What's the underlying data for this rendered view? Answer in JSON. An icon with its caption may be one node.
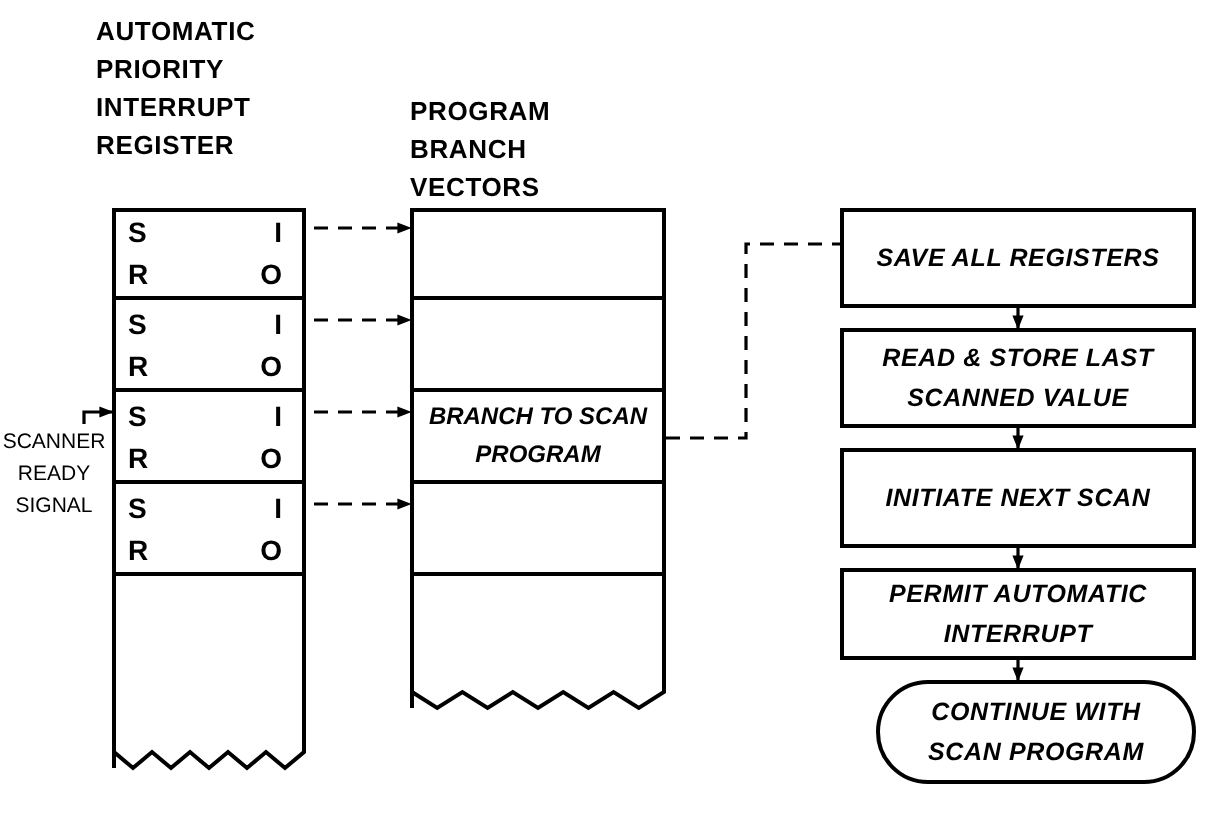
{
  "diagram": {
    "nodes": [
      {
        "text": [
          "AUTOMATIC PRIORITY INTERRUPT REGISTER"
        ]
      },
      {
        "text": [
          "S",
          "I",
          "R",
          "O"
        ],
        "in": 0
      },
      {
        "text": [
          "S",
          "I",
          "R",
          "O"
        ],
        "in": 0
      },
      {
        "text": [
          "S",
          "I",
          "R",
          "O"
        ],
        "in": 0
      },
      {
        "text": [
          "S",
          "I",
          "R",
          "O"
        ],
        "in": 0
      },
      {
        "text": [
          "PROGRAM BRANCH VECTORS"
        ]
      },
      {
        "text": [],
        "shape": "box",
        "in": 5
      },
      {
        "text": [],
        "shape": "box",
        "in": 5
      },
      {
        "text": [
          "BRANCH TO SCAN PROGRAM"
        ],
        "in": 5
      },
      {
        "text": [],
        "shape": "box",
        "in": 5
      },
      {
        "text": [
          "SCANNER READY SIGNAL"
        ]
      },
      {
        "text": [
          "SAVE ALL REGISTERS"
        ]
      },
      {
        "text": [
          "READ & STORE LAST SCANNED VALUE"
        ]
      },
      {
        "text": [
          "INITIATE NEXT SCAN"
        ]
      },
      {
        "text": [
          "PERMIT AUTOMATIC INTERRUPT"
        ]
      },
      {
        "text": [
          "CONTINUE WITH SCAN PROGRAM"
        ]
      }
    ],
    "edges": [
      {
        "from": 1,
        "to": 6,
        "arrow": "to",
        "style": "dashed"
      },
      {
        "from": 2,
        "to": 7,
        "arrow": "to",
        "style": "dashed"
      },
      {
        "from": 3,
        "to": 8,
        "arrow": "to",
        "style": "dashed"
      },
      {
        "from": 4,
        "to": 9,
        "arrow": "to",
        "style": "dashed"
      },
      {
        "from": 10,
        "to": 3,
        "arrow": "to"
      },
      {
        "from": 8,
        "to": 11,
        "arrow": "none",
        "style": "dashed"
      },
      {
        "from": 11,
        "to": 12,
        "arrow": "to"
      },
      {
        "from": 12,
        "to": 13,
        "arrow": "to"
      },
      {
        "from": 13,
        "to": 14,
        "arrow": "to"
      },
      {
        "from": 14,
        "to": 15,
        "arrow": "to"
      }
    ]
  }
}
